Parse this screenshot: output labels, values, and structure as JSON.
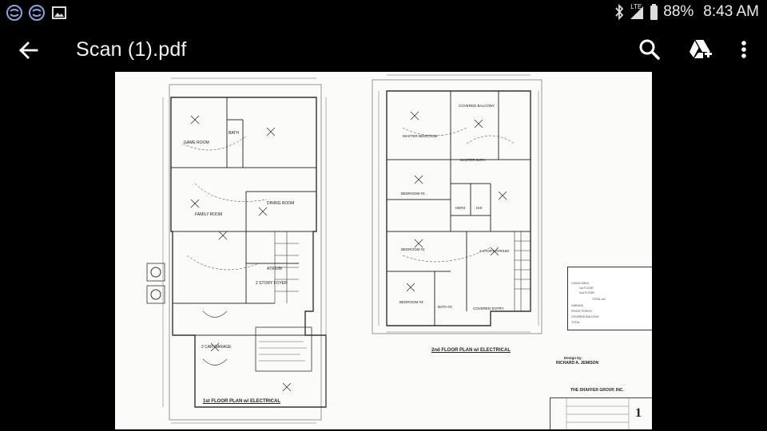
{
  "status": {
    "battery": "88%",
    "time": "8:43 AM",
    "network": "LTE"
  },
  "appbar": {
    "title": "Scan (1).pdf"
  },
  "document": {
    "first_floor_caption": "1st FLOOR PLAN w/ ELECTRICAL",
    "second_floor_caption": "2nd FLOOR PLAN w/ ELECTRICAL",
    "rooms_first": [
      "GAME ROOM",
      "BATH",
      "FAMILY ROOM",
      "DINING ROOM",
      "ATRIUM",
      "2 STORY FOYER",
      "2 CAR GARAGE"
    ],
    "rooms_second": [
      "COVERED BALCONY",
      "MASTER BEDROOM",
      "MASTER BATH",
      "BEDROOM #3",
      "BEDROOM #2",
      "HERS",
      "HIS",
      "2 STORY ATRIUM",
      "BEDROOM #4",
      "BATH #2",
      "COVERED ENTRY"
    ],
    "area_title": "AREA CALCULATIONS:",
    "area_rows": [
      "LIVING AREA",
      "1st FLOOR",
      "2nd FLOOR",
      "TOTAL A/C",
      "GARAGE",
      "FRONT PORCH",
      "COVERED BALCONY",
      "TOTAL"
    ],
    "designer_label": "Design by:",
    "designer_name": "RICHARD A. JEMISON",
    "firm": "THE SHAFFER GROUP, INC.",
    "sheet_number": "1"
  }
}
